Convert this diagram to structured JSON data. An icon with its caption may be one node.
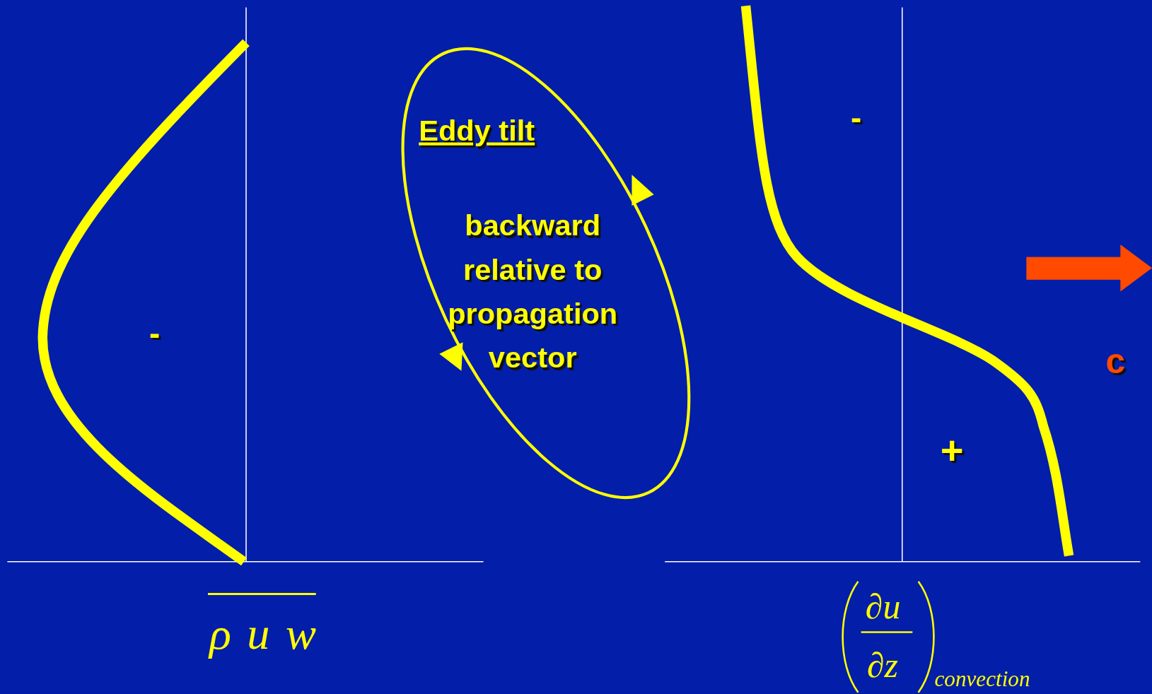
{
  "diagram": {
    "labels": [
      "-",
      "ρ u w",
      "Eddy tilt",
      "backward relative to propagation vector",
      "-",
      "+",
      "c",
      "∂u",
      "∂z",
      "convection"
    ]
  }
}
